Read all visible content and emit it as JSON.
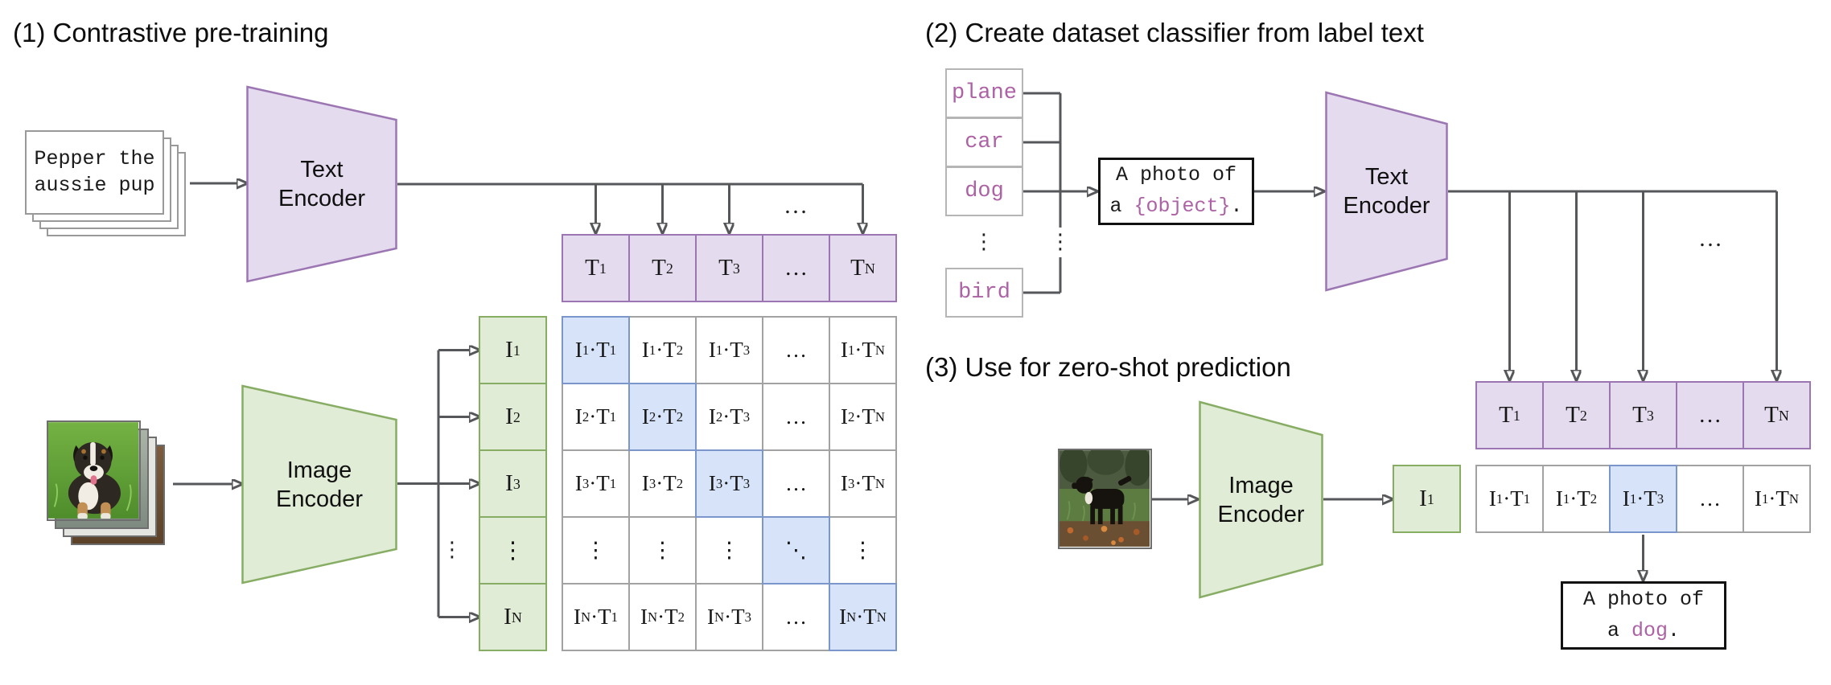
{
  "figure": {
    "section1_title": "(1) Contrastive pre-training",
    "section2_title": "(2) Create dataset classifier from label text",
    "section3_title": "(3) Use for zero-shot prediction"
  },
  "encoder_labels": {
    "text_line1": "Text",
    "text_line2": "Encoder",
    "image_line1": "Image",
    "image_line2": "Encoder"
  },
  "contrastive": {
    "caption_line1": "Pepper the",
    "caption_line2": "aussie pup",
    "text_embeddings": [
      "T_1",
      "T_2",
      "T_3",
      "…",
      "T_N"
    ],
    "image_embeddings": [
      "I_1",
      "I_2",
      "I_3",
      "⋮",
      "I_N"
    ],
    "similarity_matrix": [
      [
        "I_1·T_1",
        "I_1·T_2",
        "I_1·T_3",
        "…",
        "I_1·T_N"
      ],
      [
        "I_2·T_1",
        "I_2·T_2",
        "I_2·T_3",
        "…",
        "I_2·T_N"
      ],
      [
        "I_3·T_1",
        "I_3·T_2",
        "I_3·T_3",
        "…",
        "I_3·T_N"
      ],
      [
        "⋮",
        "⋮",
        "⋮",
        "⋱",
        "⋮"
      ],
      [
        "I_N·T_1",
        "I_N·T_2",
        "I_N·T_3",
        "…",
        "I_N·T_N"
      ]
    ],
    "comb_ellipsis": "…",
    "bus_vdots": "⋮"
  },
  "classifier": {
    "class_labels": [
      "plane",
      "car",
      "dog",
      "bird"
    ],
    "list_vdots": "⋮",
    "bus_vdots": "⋮",
    "prompt_line1": "A photo of",
    "prompt_line2_pre": "a ",
    "prompt_line2_object": "{object}",
    "prompt_line2_post": "."
  },
  "zero_shot": {
    "text_embeddings": [
      "T_1",
      "T_2",
      "T_3",
      "…",
      "T_N"
    ],
    "image_embedding": "I_1",
    "similarities": [
      "I_1·T_1",
      "I_1·T_2",
      "I_1·T_3",
      "…",
      "I_1·T_N"
    ],
    "comb_ellipsis": "…",
    "prediction_line1": "A photo of",
    "prediction_line2_pre": "a ",
    "prediction_line2_object": "dog",
    "prediction_line2_post": "."
  },
  "colors": {
    "purple_fill": "#e5dbee",
    "purple_border": "#9b76b3",
    "green_fill": "#e1ecd6",
    "green_border": "#86ad63",
    "blue_fill": "#d6e3f8",
    "blue_border": "#7a96cb",
    "accent_text": "#ad62a5",
    "line": "#56575a",
    "grid_border": "#a2a2a2",
    "box_border": "#b5b5b5",
    "card_border": "#999999",
    "photo_border": "#6e6e6e"
  }
}
